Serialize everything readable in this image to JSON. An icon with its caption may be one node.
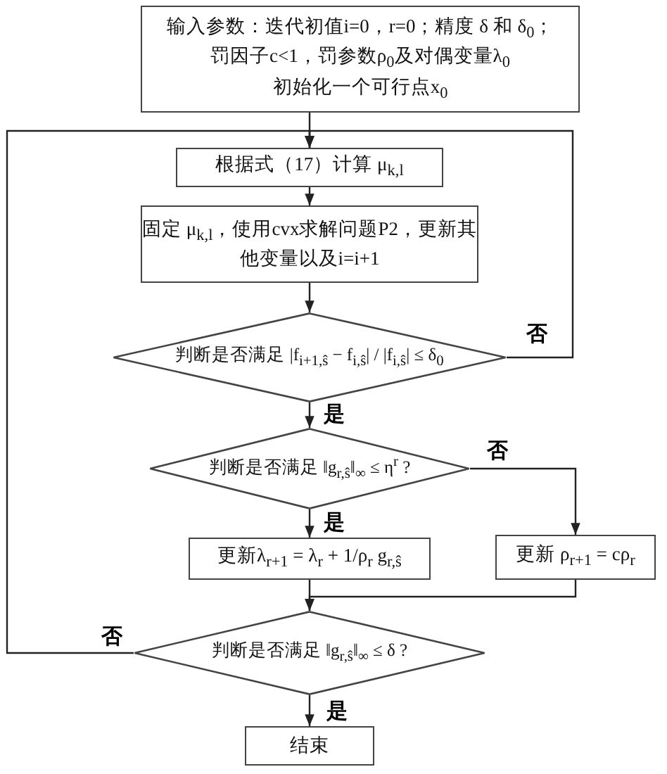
{
  "diagram": {
    "nodes": [
      {
        "text": [
          "输入参数：迭代初值i=0，r=0；精度 δ 和 δ$_{0}$；",
          "罚因子c<1，罚参数ρ$_{0}$及对偶变量λ$_{0}$",
          "初始化一个可行点x$_{0}$"
        ]
      },
      {
        "text": [
          "根据式（17）计算 μ$_{k,l}$"
        ]
      },
      {
        "text": [
          "固定 μ$_{k,l}$，使用cvx求解问题P2，更新其他变量以及i=i+1"
        ]
      },
      {
        "text": [
          "判断是否满足 |f$_{i+1,ŝ}$ − f$_{i,ŝ}$| / |f$_{i,ŝ}$| ≤ δ$_{0}$"
        ]
      },
      {
        "text": [
          "判断是否满足 ‖g$_{r,ŝ}$‖$_{∞}$ ≤ η$^{r}$ ?"
        ]
      },
      {
        "text": [
          "更新λ$_{r+1}$ = λ$_{r}$ + 1/ρ$_{r}$ g$_{r,ŝ}$"
        ]
      },
      {
        "text": [
          "更新 ρ$_{r+1}$ = cρ$_{r}$"
        ]
      },
      {
        "text": [
          "判断是否满足 ‖g$_{r,ŝ}$‖$_{∞}$ ≤ δ ?"
        ]
      },
      {
        "text": [
          "结束"
        ]
      }
    ],
    "edges": [
      {
        "from": 0,
        "to": 1,
        "arrow": "to"
      },
      {
        "from": 1,
        "to": 2,
        "arrow": "to"
      },
      {
        "from": 2,
        "to": 3,
        "arrow": "to"
      },
      {
        "from": 3,
        "to": 1,
        "arrow": "to",
        "label": "否"
      },
      {
        "from": 3,
        "to": 4,
        "arrow": "to",
        "label": "是"
      },
      {
        "from": 4,
        "to": 5,
        "arrow": "to",
        "label": "是"
      },
      {
        "from": 4,
        "to": 6,
        "arrow": "to",
        "label": "否"
      },
      {
        "from": 5,
        "to": 7,
        "arrow": "to"
      },
      {
        "from": 6,
        "to": 7,
        "arrow": "to"
      },
      {
        "from": 7,
        "to": 1,
        "arrow": "to",
        "label": "否"
      },
      {
        "from": 7,
        "to": 8,
        "arrow": "to",
        "label": "是"
      }
    ]
  }
}
